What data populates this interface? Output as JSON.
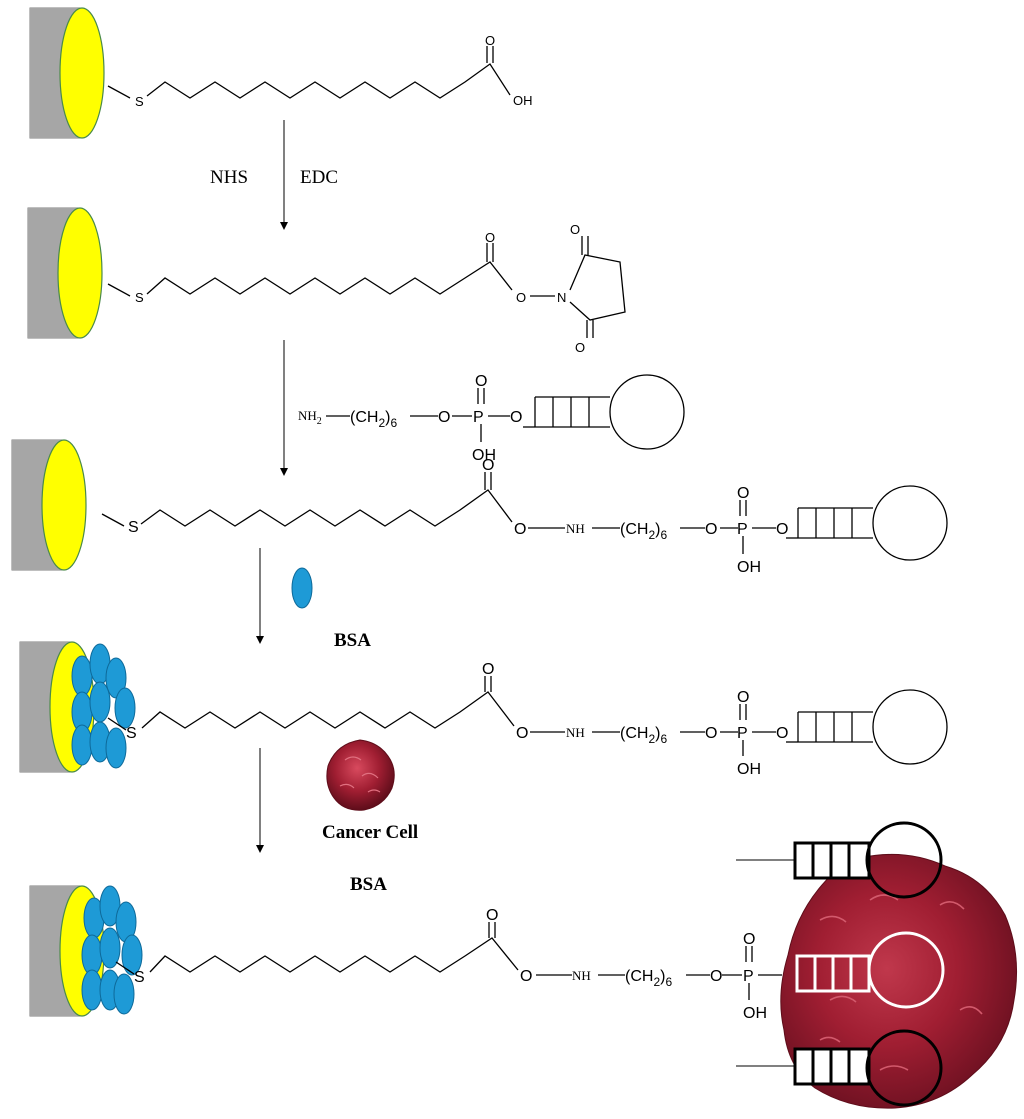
{
  "reagents": {
    "nhs": "NHS",
    "edc": "EDC"
  },
  "atoms": {
    "s": "S",
    "o": "O",
    "oh": "OH",
    "n": "N",
    "p": "P",
    "nh": "NH",
    "nh2": "NH",
    "nh2_sub": "2",
    "ch2": "(CH",
    "ch2_sub": "2",
    "ch2_close": ")",
    "ch2_count": "6"
  },
  "labels": {
    "bsa_1": "BSA",
    "cancer_cell": "Cancer Cell",
    "bsa_2": "BSA"
  },
  "colors": {
    "electrode_body": "#a6a6a6",
    "electrode_face": "#ffff00",
    "bsa_protein": "#1e9ad6",
    "cancer_cell": "#a01e32"
  },
  "icons": {
    "electrode": "gold-electrode-icon",
    "protein": "bsa-protein-icon",
    "cell": "cancer-cell-icon",
    "aptamer": "hairpin-aptamer-icon"
  }
}
